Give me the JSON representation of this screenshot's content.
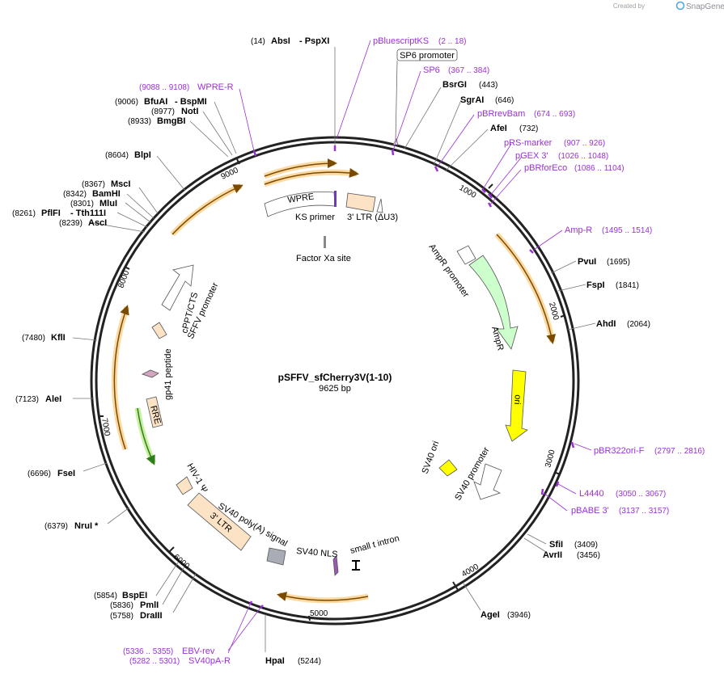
{
  "header": {
    "created_by": "Created by",
    "brand": "SnapGene"
  },
  "plasmid": {
    "name": "pSFFV_sfCherry3V(1-10)",
    "length_label": "9625 bp",
    "length": 9625
  },
  "ticks": [
    "1000",
    "2000",
    "3000",
    "4000",
    "5000",
    "6000",
    "7000",
    "8000",
    "9000"
  ],
  "enzymes": [
    {
      "pos_label": "(14)",
      "name": "AbsI",
      "suffix": "- PspXI"
    },
    {
      "pos_label": "(443)",
      "name": "BsrGI"
    },
    {
      "pos_label": "(646)",
      "name": "SgrAI"
    },
    {
      "pos_label": "(732)",
      "name": "AfeI"
    },
    {
      "pos_label": "(1695)",
      "name": "PvuI"
    },
    {
      "pos_label": "(1841)",
      "name": "FspI"
    },
    {
      "pos_label": "(2064)",
      "name": "AhdI"
    },
    {
      "pos_label": "(3409)",
      "name": "SfiI"
    },
    {
      "pos_label": "(3456)",
      "name": "AvrII"
    },
    {
      "pos_label": "(3946)",
      "name": "AgeI"
    },
    {
      "pos_label": "(5244)",
      "name": "HpaI"
    },
    {
      "pos_label": "(5758)",
      "name": "DraIII"
    },
    {
      "pos_label": "(5836)",
      "name": "PmlI"
    },
    {
      "pos_label": "(5854)",
      "name": "BspEI"
    },
    {
      "pos_label": "(6379)",
      "name": "NruI *"
    },
    {
      "pos_label": "(6696)",
      "name": "FseI"
    },
    {
      "pos_label": "(7123)",
      "name": "AleI"
    },
    {
      "pos_label": "(7480)",
      "name": "KflI"
    },
    {
      "pos_label": "(8239)",
      "name": "AscI"
    },
    {
      "pos_label": "(8261)",
      "name": "PflFI",
      "suffix": "- Tth111I"
    },
    {
      "pos_label": "(8301)",
      "name": "MluI"
    },
    {
      "pos_label": "(8342)",
      "name": "BamHI"
    },
    {
      "pos_label": "(8367)",
      "name": "MscI"
    },
    {
      "pos_label": "(8604)",
      "name": "BlpI"
    },
    {
      "pos_label": "(8933)",
      "name": "BmgBI"
    },
    {
      "pos_label": "(8977)",
      "name": "NotI"
    },
    {
      "pos_label": "(9006)",
      "name": "BfuAI",
      "suffix": "- BspMI"
    }
  ],
  "primers": [
    {
      "name": "pBluescriptKS",
      "range": "(2 .. 18)"
    },
    {
      "name": "SP6",
      "range": "(367 .. 384)"
    },
    {
      "name": "pBRrevBam",
      "range": "(674 .. 693)"
    },
    {
      "name": "pRS-marker",
      "range": "(907 .. 926)"
    },
    {
      "name": "pGEX 3'",
      "range": "(1026 .. 1048)"
    },
    {
      "name": "pBRforEco",
      "range": "(1086 .. 1104)"
    },
    {
      "name": "Amp-R",
      "range": "(1495 .. 1514)"
    },
    {
      "name": "pBR322ori-F",
      "range": "(2797 .. 2816)"
    },
    {
      "name": "L4440",
      "range": "(3050 .. 3067)"
    },
    {
      "name": "pBABE 3'",
      "range": "(3137 .. 3157)"
    },
    {
      "name": "EBV-rev",
      "range": "(5336 .. 5355)"
    },
    {
      "name": "SV40pA-R",
      "range": "(5282 .. 5301)"
    },
    {
      "name": "WPRE-R",
      "range": "(9088 .. 9108)"
    }
  ],
  "features": {
    "sp6_promoter": "SP6 promoter",
    "wpre": "WPRE",
    "ks_primer": "KS primer",
    "ltr3": "3' LTR (ΔU3)",
    "factor_xa": "Factor Xa site",
    "ampr_promoter": "AmpR promoter",
    "ampr": "AmpR",
    "ori": "ori",
    "sv40_ori": "SV40 ori",
    "sv40_promoter": "SV40 promoter",
    "small_t_intron": "small t intron",
    "sv40_nls": "SV40 NLS",
    "sv40_polya": "SV40 poly(A) signal",
    "ltr3b": "3' LTR",
    "hiv1_psi": "HIV-1 Ψ",
    "rre": "RRE",
    "gp41": "gp41 peptide",
    "cppt": "cPPT/CTS",
    "sffv": "SFFV promoter"
  },
  "colors": {
    "primer": "#9b30d9",
    "orf_orange": "#f5a623",
    "orf_halo": "#fbd9a0",
    "ltr_fill": "#fde3c6",
    "ampr_fill": "#ccffcc",
    "ori_fill": "#ffff00",
    "sv40_ori_fill": "#ffff00",
    "nls_fill": "#9b59b6",
    "gp41_fill": "#d4a5c0",
    "polya_fill": "#a8adb5"
  }
}
